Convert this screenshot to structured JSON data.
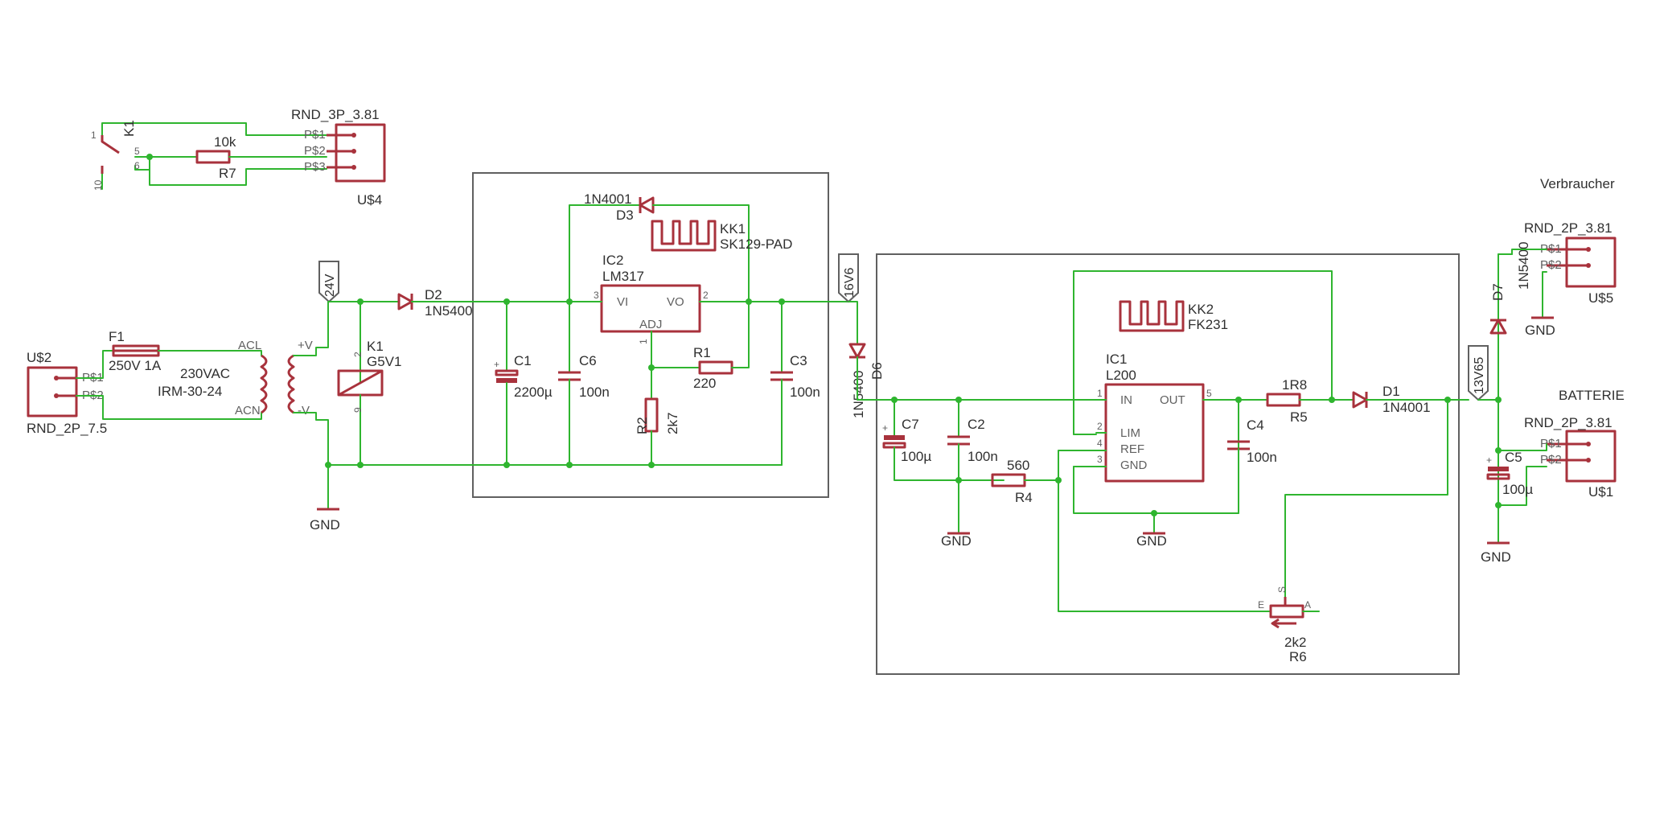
{
  "schematic": {
    "connectors": {
      "U2": {
        "name": "U$2",
        "value": "RND_2P_7.5",
        "pins": [
          "P$1",
          "P$2"
        ]
      },
      "U4": {
        "name": "U$4",
        "value": "RND_3P_3.81",
        "pins": [
          "P$1",
          "P$2",
          "P$3"
        ]
      },
      "U5": {
        "name": "U$5",
        "value": "RND_2P_3.81",
        "pins": [
          "P$1",
          "P$2"
        ],
        "caption": "Verbraucher"
      },
      "U1": {
        "name": "U$1",
        "value": "RND_2P_3.81",
        "pins": [
          "P$1",
          "P$2"
        ],
        "caption": "BATTERIE"
      }
    },
    "fuse": {
      "name": "F1",
      "value": "250V 1A"
    },
    "psu": {
      "value1": "230VAC",
      "value2": "IRM-30-24",
      "pin_acl": "ACL",
      "pin_acn": "ACN",
      "pin_pos": "+V",
      "pin_neg": "-V"
    },
    "relay_contact": {
      "name": "K1",
      "pin1": "1",
      "pin5": "5",
      "pin6": "6",
      "pin10": "10"
    },
    "relay_coil": {
      "name": "K1",
      "value": "G5V1",
      "pin2": "2",
      "pin9": "9"
    },
    "resistors": {
      "R7": {
        "name": "R7",
        "value": "10k"
      },
      "R1": {
        "name": "R1",
        "value": "220"
      },
      "R2": {
        "name": "R2",
        "value": "2k7"
      },
      "R4": {
        "name": "R4",
        "value": "560"
      },
      "R5": {
        "name": "R5",
        "value": "1R8"
      },
      "R6": {
        "name": "R6",
        "value": "2k2",
        "pin_e": "E",
        "pin_s": "S",
        "pin_a": "A"
      }
    },
    "diodes": {
      "D2": {
        "name": "D2",
        "value": "1N5400"
      },
      "D3": {
        "name": "D3",
        "value": "1N4001"
      },
      "D6": {
        "name": "D6",
        "value": "1N5400"
      },
      "D1": {
        "name": "D1",
        "value": "1N4001"
      },
      "D7": {
        "name": "D7",
        "value": "1N5400"
      }
    },
    "capacitors": {
      "C1": {
        "name": "C1",
        "value": "2200µ"
      },
      "C6": {
        "name": "C6",
        "value": "100n"
      },
      "C3": {
        "name": "C3",
        "value": "100n"
      },
      "C7": {
        "name": "C7",
        "value": "100µ"
      },
      "C2": {
        "name": "C2",
        "value": "100n"
      },
      "C4": {
        "name": "C4",
        "value": "100n"
      },
      "C5": {
        "name": "C5",
        "value": "100µ"
      }
    },
    "ic2": {
      "name": "IC2",
      "value": "LM317",
      "pin_vi": "VI",
      "pin_vo": "VO",
      "pin_adj": "ADJ",
      "pin3": "3",
      "pin2": "2",
      "pin1": "1"
    },
    "ic1": {
      "name": "IC1",
      "value": "L200",
      "pin_in": "IN",
      "pin_out": "OUT",
      "pin_lim": "LIM",
      "pin_ref": "REF",
      "pin_gnd": "GND",
      "n1": "1",
      "n2": "2",
      "n3": "3",
      "n4": "4",
      "n5": "5"
    },
    "heatsinks": {
      "KK1": {
        "name": "KK1",
        "value": "SK129-PAD"
      },
      "KK2": {
        "name": "KK2",
        "value": "FK231"
      }
    },
    "net_labels": {
      "v24": "24V",
      "v16": "16V6",
      "v13": "13V65"
    },
    "gnd_label": "GND",
    "colors": {
      "wire": "#2fb52f",
      "component": "#a8323c",
      "frame": "#606060",
      "text": "#303030"
    }
  }
}
